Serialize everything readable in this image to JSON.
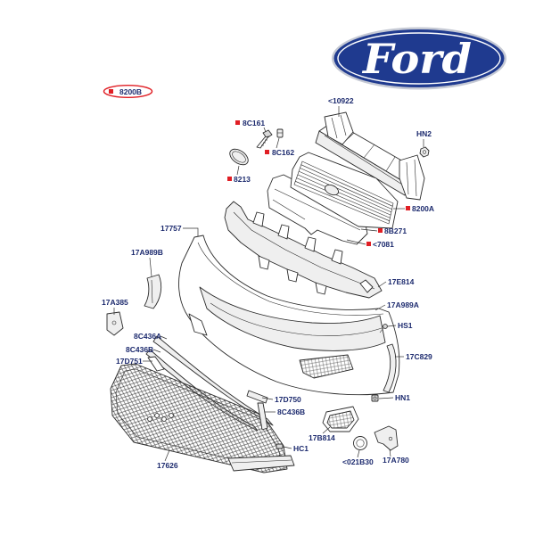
{
  "logo": {
    "text": "Ford"
  },
  "colors": {
    "label_text": "#1c2a6e",
    "marker": "#e01e24",
    "line": "#2b2b2b",
    "logo_blue": "#1f3a8f"
  },
  "callouts": {
    "c8200B": "8200B",
    "c10922": "<10922",
    "c8C161": "8C161",
    "cHN2": "HN2",
    "c8C162": "8C162",
    "c8213": "8213",
    "c8200A": "8200A",
    "c17757": "17757",
    "c8B271": "8B271",
    "c7081": "<7081",
    "c17A989B": "17A989B",
    "c17E814": "17E814",
    "c17A385": "17A385",
    "c17A989A": "17A989A",
    "cHS1": "HS1",
    "c8C436A": "8C436A",
    "c8C436B_left": "8C436B",
    "c17D751": "17D751",
    "c17C829": "17C829",
    "c17D750": "17D750",
    "cHN1": "HN1",
    "c8C436B_right": "8C436B",
    "c17B814": "17B814",
    "cHC1": "HC1",
    "c17626": "17626",
    "c021B30": "<021B30",
    "c17A780": "17A780"
  }
}
